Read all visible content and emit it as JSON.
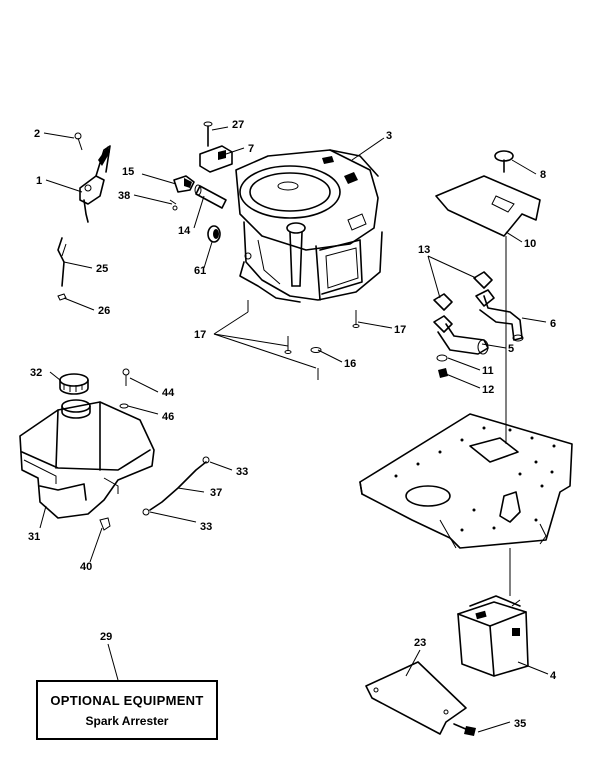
{
  "callouts": {
    "p1": "1",
    "p2": "2",
    "p3": "3",
    "p4": "4",
    "p5": "5",
    "p6": "6",
    "p7": "7",
    "p8": "8",
    "p10": "10",
    "p11": "11",
    "p12": "12",
    "p13": "13",
    "p14": "14",
    "p15": "15",
    "p16": "16",
    "p17a": "17",
    "p17b": "17",
    "p23": "23",
    "p25": "25",
    "p26": "26",
    "p27": "27",
    "p29": "29",
    "p31": "31",
    "p32": "32",
    "p33a": "33",
    "p33b": "33",
    "p35": "35",
    "p37": "37",
    "p38": "38",
    "p40": "40",
    "p44": "44",
    "p46": "46",
    "p61": "61"
  },
  "optional_equipment": {
    "title": "OPTIONAL EQUIPMENT",
    "subtitle": "Spark Arrester"
  }
}
